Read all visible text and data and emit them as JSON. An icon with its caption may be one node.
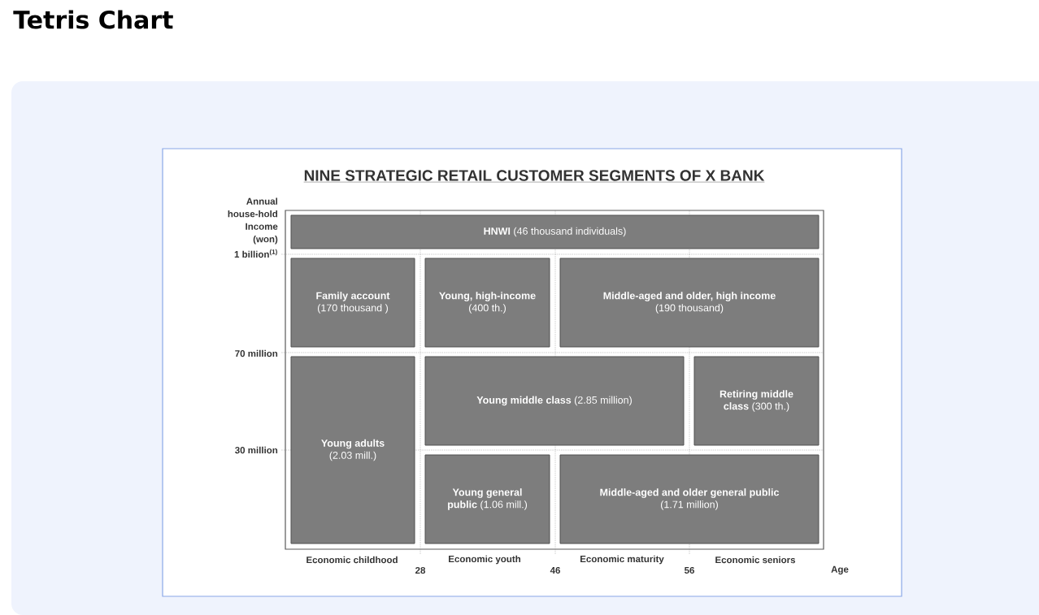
{
  "diagram": {
    "title": "Tetris Chart",
    "nodes": [
      {
        "text": [
          "**HNWI** (46 thousand individuals)"
        ]
      },
      {
        "text": [
          "**Family account** (170 thousand )"
        ]
      },
      {
        "text": [
          "**Young, high-income** (400 th.)"
        ]
      },
      {
        "text": [
          "**Middle-aged and older, high income** (190 thousand)"
        ]
      },
      {
        "text": [
          "**Young adults** (2.03 mill.)"
        ]
      },
      {
        "text": [
          "**Young middle class** (2.85 million)"
        ]
      },
      {
        "text": [
          "**Retiring middle class** (300 th.)"
        ]
      },
      {
        "text": [
          "**Young general public** (1.06 mill.)"
        ]
      },
      {
        "text": [
          "**Middle-aged and older general public** (1.71 million)"
        ]
      }
    ],
    "labels": [
      "NINE STRATEGIC RETAIL CUSTOMER SEGMENTS OF X BANK",
      "Annual house-hold Income (won)",
      "1 billion$^{(1)}$",
      "70 million",
      "30 million",
      "Economic childhood",
      "Economic youth",
      "Economic maturity",
      "Economic seniors",
      "28",
      "46",
      "56",
      "Age"
    ]
  }
}
